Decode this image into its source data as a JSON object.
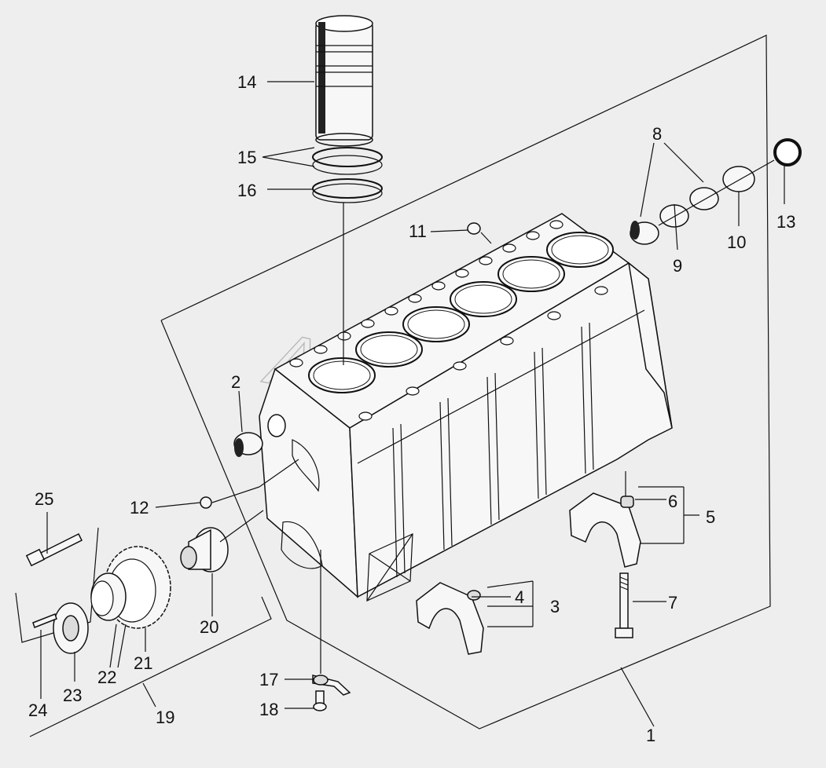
{
  "watermark": "AutoSoft",
  "callouts": [
    {
      "id": "c1",
      "text": "1"
    },
    {
      "id": "c2",
      "text": "2"
    },
    {
      "id": "c3",
      "text": "3"
    },
    {
      "id": "c4",
      "text": "4"
    },
    {
      "id": "c5",
      "text": "5"
    },
    {
      "id": "c6",
      "text": "6"
    },
    {
      "id": "c7",
      "text": "7"
    },
    {
      "id": "c8",
      "text": "8"
    },
    {
      "id": "c9",
      "text": "9"
    },
    {
      "id": "c10",
      "text": "10"
    },
    {
      "id": "c11",
      "text": "11"
    },
    {
      "id": "c12",
      "text": "12"
    },
    {
      "id": "c13",
      "text": "13"
    },
    {
      "id": "c14",
      "text": "14"
    },
    {
      "id": "c15",
      "text": "15"
    },
    {
      "id": "c16",
      "text": "16"
    },
    {
      "id": "c17",
      "text": "17"
    },
    {
      "id": "c18",
      "text": "18"
    },
    {
      "id": "c19",
      "text": "19"
    },
    {
      "id": "c20",
      "text": "20"
    },
    {
      "id": "c21",
      "text": "21"
    },
    {
      "id": "c22",
      "text": "22"
    },
    {
      "id": "c23",
      "text": "23"
    },
    {
      "id": "c24",
      "text": "24"
    },
    {
      "id": "c25",
      "text": "25"
    }
  ]
}
